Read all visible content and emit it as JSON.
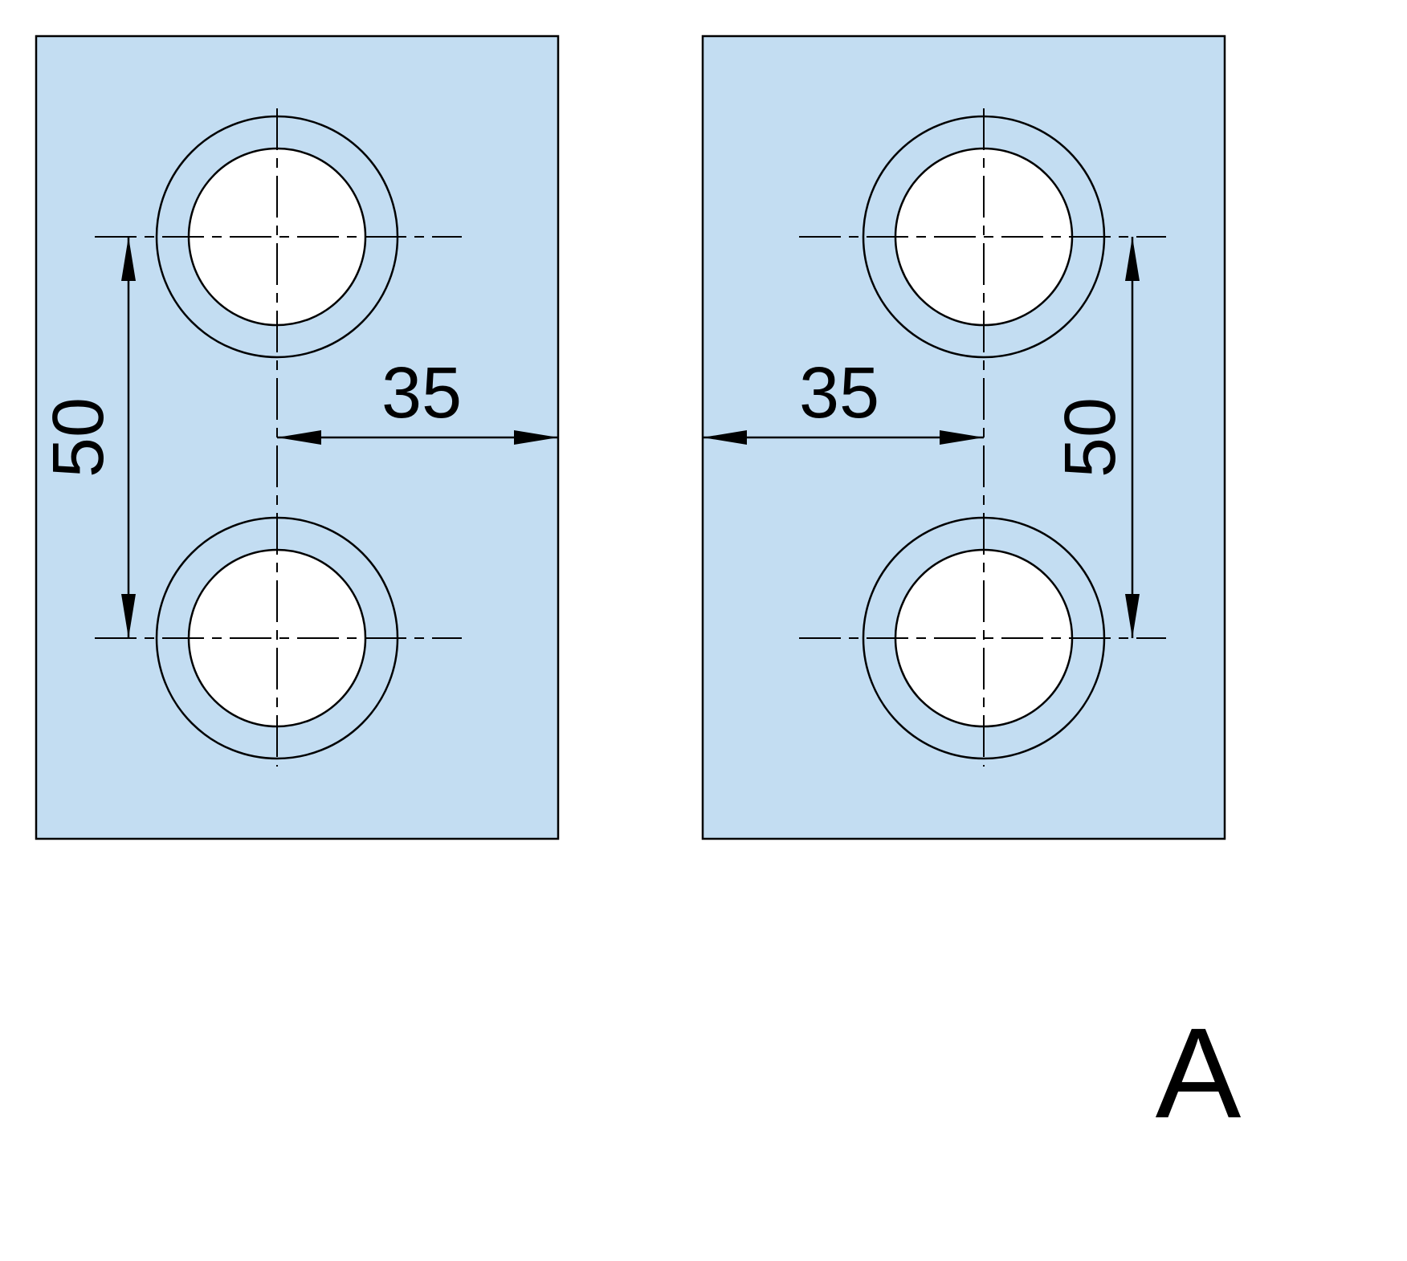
{
  "drawing": {
    "left_view": {
      "vertical_dimension": "50",
      "horizontal_dimension": "35"
    },
    "right_view": {
      "vertical_dimension": "50",
      "horizontal_dimension": "35"
    },
    "view_label": "A"
  },
  "colors": {
    "background": "#ffffff",
    "plate_fill": "#c3ddf2",
    "hole_fill": "#ffffff",
    "line": "#000000"
  }
}
